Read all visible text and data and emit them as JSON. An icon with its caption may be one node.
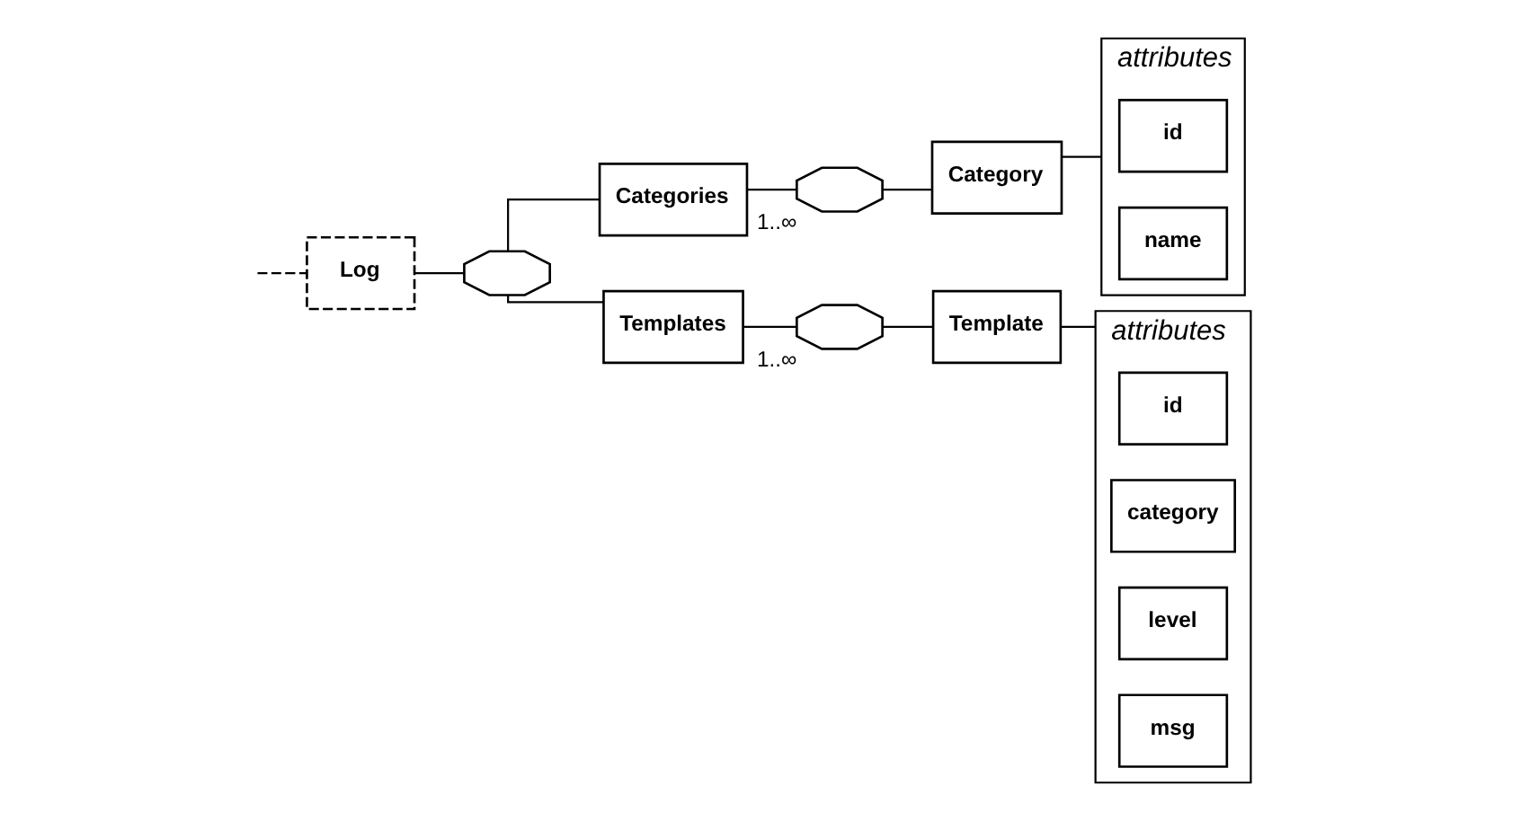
{
  "diagram": {
    "nodes": [
      {
        "text": [
          "Log"
        ]
      },
      {
        "text": [],
        "shape": "octagon"
      },
      {
        "text": [
          "Categories"
        ]
      },
      {
        "text": [],
        "shape": "octagon",
        "beside": [
          "1..∞"
        ]
      },
      {
        "text": [
          "Category"
        ]
      },
      {
        "text": [
          "attributes"
        ]
      },
      {
        "text": [
          "id"
        ],
        "in": 5
      },
      {
        "text": [
          "name"
        ],
        "in": 5
      },
      {
        "text": [
          "Templates"
        ]
      },
      {
        "text": [],
        "shape": "octagon",
        "beside": [
          "1..∞"
        ]
      },
      {
        "text": [
          "Template"
        ]
      },
      {
        "text": [
          "attributes"
        ]
      },
      {
        "text": [
          "id"
        ],
        "in": 11
      },
      {
        "text": [
          "category"
        ],
        "in": 11
      },
      {
        "text": [
          "level"
        ],
        "in": 11
      },
      {
        "text": [
          "msg"
        ],
        "in": 11
      }
    ],
    "edges": [
      {
        "from": null,
        "to": 0,
        "arrow": "none",
        "style": "dashed"
      },
      {
        "from": 0,
        "to": 1,
        "arrow": "none"
      },
      {
        "from": 1,
        "to": 2,
        "arrow": "none"
      },
      {
        "from": 1,
        "to": 8,
        "arrow": "none"
      },
      {
        "from": 2,
        "to": 3,
        "arrow": "none"
      },
      {
        "from": 3,
        "to": 4,
        "arrow": "none"
      },
      {
        "from": 4,
        "to": 5,
        "arrow": "none"
      },
      {
        "from": 8,
        "to": 9,
        "arrow": "none"
      },
      {
        "from": 9,
        "to": 10,
        "arrow": "none"
      },
      {
        "from": 10,
        "to": 11,
        "arrow": "none"
      }
    ]
  }
}
